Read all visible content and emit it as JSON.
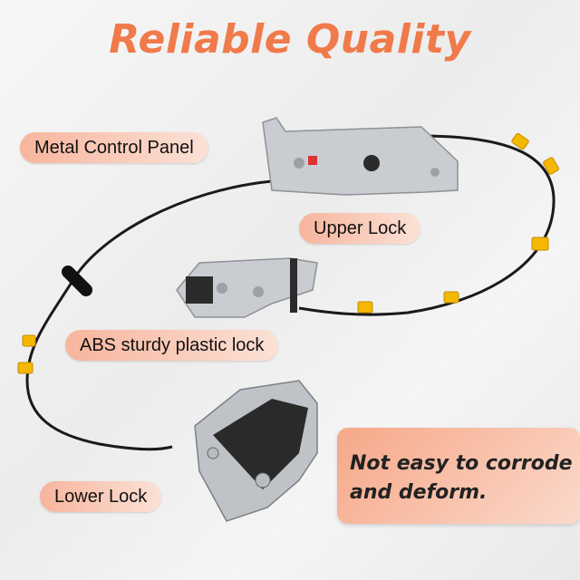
{
  "title": "Reliable Quality",
  "labels": {
    "metal_control_panel": "Metal Control Panel",
    "upper_lock": "Upper Lock",
    "abs_lock": "ABS sturdy plastic lock",
    "lower_lock": "Lower Lock"
  },
  "callout": {
    "text": "Not easy to corrode and deform."
  },
  "colors": {
    "title": "#f07a4a",
    "pill": "#f7b59d",
    "cable": "#1a1a1a",
    "clip": "#f5b800",
    "metal": "#c9ccd0"
  }
}
